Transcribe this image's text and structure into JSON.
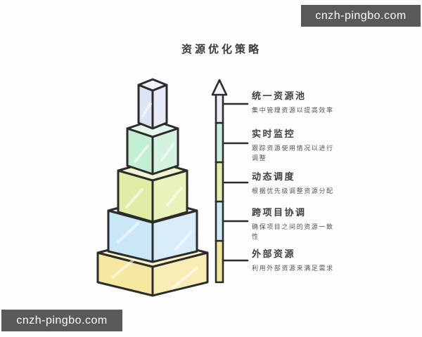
{
  "watermark": {
    "text": "cnzh-pingbo.com",
    "bg": "#58595b",
    "fg": "#ffffff"
  },
  "title": "资源优化策略",
  "levels": [
    {
      "name": "统一资源池",
      "desc": "集中管理资源以提高效率",
      "face": "#dde4f5",
      "face_right": "#e7ebf8",
      "top": "#eff2fb",
      "segment": "#eaeef9"
    },
    {
      "name": "实时监控",
      "desc": "跟踪资源使用情况以进行调整",
      "face": "#c2efd4",
      "face_right": "#d3f3e0",
      "top": "#e4f8ec",
      "segment": "#c9f0da"
    },
    {
      "name": "动态调度",
      "desc": "根据优先级调整资源分配",
      "face": "#e1eda6",
      "face_right": "#e9f2bb",
      "top": "#f0f6cf",
      "segment": "#e3eeab"
    },
    {
      "name": "跨项目协调",
      "desc": "确保项目之间的资源一致性",
      "face": "#c9e7f6",
      "face_right": "#d8edf9",
      "top": "#e6f3fb",
      "segment": "#cfe9f7"
    },
    {
      "name": "外部资源",
      "desc": "利用外部资源来满足需求",
      "face": "#f6e8a0",
      "face_right": "#f8edb4",
      "top": "#faf1c4",
      "segment": "#f3e69f"
    }
  ],
  "arrow": {
    "outline": "#2c2c2c",
    "head_fill": "#f3f5fb"
  }
}
